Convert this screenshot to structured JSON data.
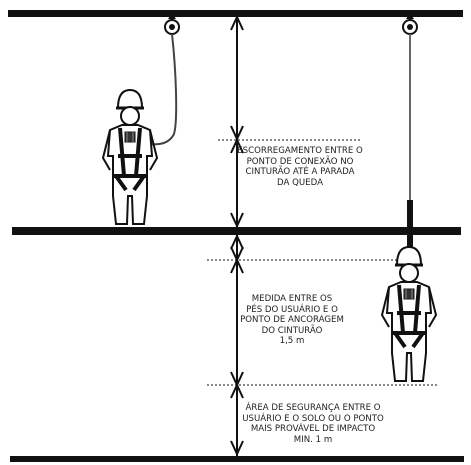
{
  "colors": {
    "ink": "#111111",
    "figure_fill": "#ffffff",
    "rope": "#666666"
  },
  "labels": {
    "fall": [
      "ESCORREGAMENTO ENTRE O",
      "PONTO DE CONEXÃO NO",
      "CINTURÃO ATÉ A PARADA",
      "DA QUEDA"
    ],
    "measure": [
      "MEDIDA ENTRE OS",
      "PÉS DO USUÁRIO E O",
      "PONTO DE ANCORAGEM",
      "DO CINTURÃO",
      "1,5 m"
    ],
    "safety": [
      "ÁREA DE SEGURANÇA ENTRE O",
      "USUÁRIO E O SOLO OU O PONTO",
      "MAIS PROVÁVEL DE IMPACTO",
      "MIN. 1 m"
    ]
  },
  "icons": {
    "left_anchor": "anchor-ring-icon",
    "right_anchor": "anchor-ring-icon",
    "left_worker": "worker-with-harness-icon",
    "right_worker": "worker-suspended-icon",
    "arrowheads": "double-arrow-icon"
  }
}
